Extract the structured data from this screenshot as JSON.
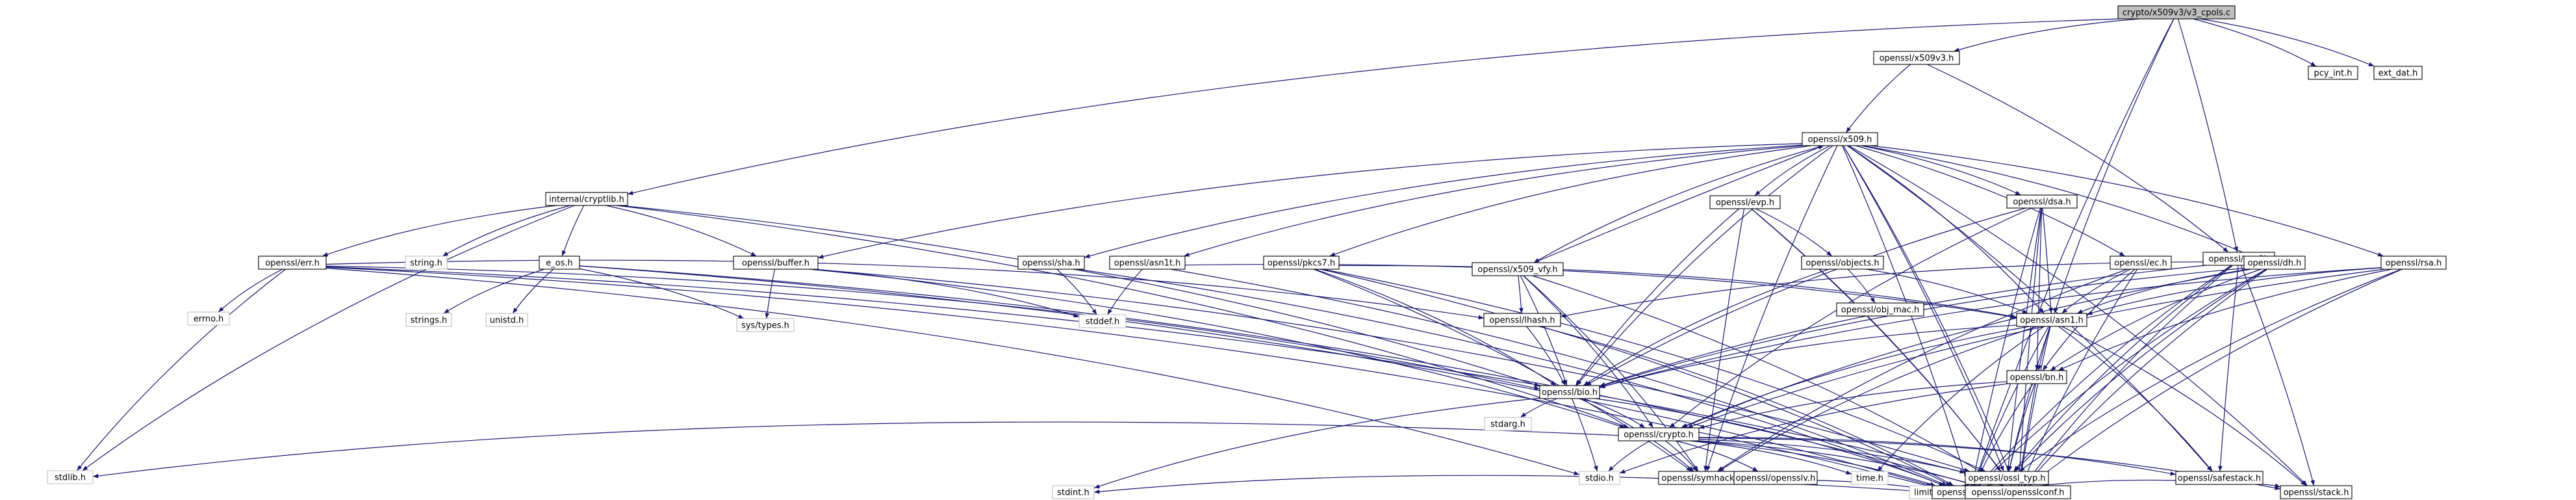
{
  "diagram": {
    "colors": {
      "edge": "#191970",
      "root_fill": "#bfbfbf",
      "node_border": "#000000",
      "leaf_border": "#bfbfbf",
      "background": "#ffffff"
    },
    "nodes": [
      {
        "id": "root",
        "label": "crypto/x509v3/v3_cpols.c",
        "style": "root"
      },
      {
        "id": "x509v3",
        "label": "openssl/x509v3.h",
        "style": "normal"
      },
      {
        "id": "pcy_int",
        "label": "pcy_int.h",
        "style": "normal"
      },
      {
        "id": "ext_dat",
        "label": "ext_dat.h",
        "style": "normal"
      },
      {
        "id": "cryptlib",
        "label": "internal/cryptlib.h",
        "style": "normal"
      },
      {
        "id": "x509",
        "label": "openssl/x509.h",
        "style": "normal"
      },
      {
        "id": "conf",
        "label": "openssl/conf.h",
        "style": "normal"
      },
      {
        "id": "string",
        "label": "string.h",
        "style": "leaf"
      },
      {
        "id": "err",
        "label": "openssl/err.h",
        "style": "normal"
      },
      {
        "id": "e_os",
        "label": "e_os.h",
        "style": "normal"
      },
      {
        "id": "buffer",
        "label": "openssl/buffer.h",
        "style": "normal"
      },
      {
        "id": "sha",
        "label": "openssl/sha.h",
        "style": "normal"
      },
      {
        "id": "asn1t",
        "label": "openssl/asn1t.h",
        "style": "normal"
      },
      {
        "id": "pkcs7",
        "label": "openssl/pkcs7.h",
        "style": "normal"
      },
      {
        "id": "evp",
        "label": "openssl/evp.h",
        "style": "normal"
      },
      {
        "id": "x509_vfy",
        "label": "openssl/x509_vfy.h",
        "style": "normal"
      },
      {
        "id": "objects",
        "label": "openssl/objects.h",
        "style": "normal"
      },
      {
        "id": "dsa",
        "label": "openssl/dsa.h",
        "style": "normal"
      },
      {
        "id": "ec",
        "label": "openssl/ec.h",
        "style": "normal"
      },
      {
        "id": "dh",
        "label": "openssl/dh.h",
        "style": "normal"
      },
      {
        "id": "rsa",
        "label": "openssl/rsa.h",
        "style": "normal"
      },
      {
        "id": "obj_mac",
        "label": "openssl/obj_mac.h",
        "style": "normal"
      },
      {
        "id": "lhash",
        "label": "openssl/lhash.h",
        "style": "normal"
      },
      {
        "id": "asn1",
        "label": "openssl/asn1.h",
        "style": "normal"
      },
      {
        "id": "bn",
        "label": "openssl/bn.h",
        "style": "normal"
      },
      {
        "id": "bio",
        "label": "openssl/bio.h",
        "style": "normal"
      },
      {
        "id": "crypto",
        "label": "openssl/crypto.h",
        "style": "normal"
      },
      {
        "id": "errno",
        "label": "errno.h",
        "style": "leaf"
      },
      {
        "id": "strings",
        "label": "strings.h",
        "style": "leaf"
      },
      {
        "id": "unistd",
        "label": "unistd.h",
        "style": "leaf"
      },
      {
        "id": "systypes",
        "label": "sys/types.h",
        "style": "leaf"
      },
      {
        "id": "stddef",
        "label": "stddef.h",
        "style": "leaf"
      },
      {
        "id": "stdarg",
        "label": "stdarg.h",
        "style": "leaf"
      },
      {
        "id": "stdlib",
        "label": "stdlib.h",
        "style": "leaf"
      },
      {
        "id": "stdio",
        "label": "stdio.h",
        "style": "leaf"
      },
      {
        "id": "symhacks",
        "label": "openssl/symhacks.h",
        "style": "normal"
      },
      {
        "id": "opensslv",
        "label": "openssl/opensslv.h",
        "style": "normal"
      },
      {
        "id": "time",
        "label": "time.h",
        "style": "leaf"
      },
      {
        "id": "ossl_typ",
        "label": "openssl/ossl_typ.h",
        "style": "normal"
      },
      {
        "id": "safestack",
        "label": "openssl/safestack.h",
        "style": "normal"
      },
      {
        "id": "limits",
        "label": "limits.h",
        "style": "leaf"
      },
      {
        "id": "e_os2",
        "label": "openssl/e_os2.h",
        "style": "normal"
      },
      {
        "id": "stack",
        "label": "openssl/stack.h",
        "style": "normal"
      },
      {
        "id": "stdint",
        "label": "stdint.h",
        "style": "leaf"
      },
      {
        "id": "opensslconf",
        "label": "openssl/opensslconf.h",
        "style": "normal"
      }
    ],
    "edges": [
      [
        "root",
        "x509v3"
      ],
      [
        "root",
        "pcy_int"
      ],
      [
        "root",
        "ext_dat"
      ],
      [
        "root",
        "cryptlib"
      ],
      [
        "root",
        "conf"
      ],
      [
        "root",
        "asn1"
      ],
      [
        "root",
        "e_os2"
      ],
      [
        "x509v3",
        "x509"
      ],
      [
        "x509v3",
        "conf"
      ],
      [
        "cryptlib",
        "string"
      ],
      [
        "cryptlib",
        "stdlib"
      ],
      [
        "cryptlib",
        "err"
      ],
      [
        "cryptlib",
        "e_os"
      ],
      [
        "cryptlib",
        "buffer"
      ],
      [
        "cryptlib",
        "bio"
      ],
      [
        "cryptlib",
        "crypto"
      ],
      [
        "err",
        "errno"
      ],
      [
        "err",
        "stdlib"
      ],
      [
        "err",
        "stdio"
      ],
      [
        "err",
        "bio"
      ],
      [
        "err",
        "lhash"
      ],
      [
        "err",
        "ossl_typ"
      ],
      [
        "err",
        "e_os2"
      ],
      [
        "e_os",
        "strings"
      ],
      [
        "e_os",
        "unistd"
      ],
      [
        "e_os",
        "systypes"
      ],
      [
        "e_os",
        "e_os2"
      ],
      [
        "e_os",
        "opensslconf"
      ],
      [
        "buffer",
        "systypes"
      ],
      [
        "buffer",
        "stddef"
      ],
      [
        "buffer",
        "ossl_typ"
      ],
      [
        "buffer",
        "crypto"
      ],
      [
        "x509",
        "sha"
      ],
      [
        "x509",
        "asn1t"
      ],
      [
        "x509",
        "pkcs7"
      ],
      [
        "x509",
        "evp"
      ],
      [
        "x509",
        "x509_vfy"
      ],
      [
        "x509",
        "dsa"
      ],
      [
        "x509",
        "ec"
      ],
      [
        "x509",
        "dh"
      ],
      [
        "x509",
        "rsa"
      ],
      [
        "x509",
        "buffer"
      ],
      [
        "x509",
        "asn1"
      ],
      [
        "x509",
        "bio"
      ],
      [
        "x509",
        "symhacks"
      ],
      [
        "x509",
        "ossl_typ"
      ],
      [
        "x509",
        "safestack"
      ],
      [
        "x509",
        "stack"
      ],
      [
        "x509",
        "e_os2"
      ],
      [
        "x509",
        "opensslconf"
      ],
      [
        "sha",
        "stddef"
      ],
      [
        "sha",
        "e_os2"
      ],
      [
        "asn1t",
        "stddef"
      ],
      [
        "asn1t",
        "asn1"
      ],
      [
        "asn1t",
        "e_os2"
      ],
      [
        "pkcs7",
        "asn1"
      ],
      [
        "pkcs7",
        "bio"
      ],
      [
        "pkcs7",
        "symhacks"
      ],
      [
        "pkcs7",
        "ossl_typ"
      ],
      [
        "pkcs7",
        "e_os2"
      ],
      [
        "evp",
        "objects"
      ],
      [
        "evp",
        "bio"
      ],
      [
        "evp",
        "symhacks"
      ],
      [
        "evp",
        "ossl_typ"
      ],
      [
        "evp",
        "opensslconf"
      ],
      [
        "x509_vfy",
        "x509"
      ],
      [
        "x509_vfy",
        "lhash"
      ],
      [
        "x509_vfy",
        "bio"
      ],
      [
        "x509_vfy",
        "crypto"
      ],
      [
        "x509_vfy",
        "symhacks"
      ],
      [
        "x509_vfy",
        "opensslconf"
      ],
      [
        "objects",
        "obj_mac"
      ],
      [
        "objects",
        "asn1"
      ],
      [
        "objects",
        "bio"
      ],
      [
        "dsa",
        "asn1"
      ],
      [
        "dsa",
        "bn"
      ],
      [
        "dsa",
        "bio"
      ],
      [
        "dsa",
        "crypto"
      ],
      [
        "dsa",
        "ossl_typ"
      ],
      [
        "dsa",
        "e_os2"
      ],
      [
        "dsa",
        "opensslconf"
      ],
      [
        "ec",
        "asn1"
      ],
      [
        "ec",
        "bn"
      ],
      [
        "ec",
        "symhacks"
      ],
      [
        "ec",
        "opensslconf"
      ],
      [
        "dh",
        "asn1"
      ],
      [
        "dh",
        "bn"
      ],
      [
        "dh",
        "bio"
      ],
      [
        "dh",
        "crypto"
      ],
      [
        "dh",
        "ossl_typ"
      ],
      [
        "dh",
        "e_os2"
      ],
      [
        "dh",
        "opensslconf"
      ],
      [
        "rsa",
        "asn1"
      ],
      [
        "rsa",
        "bn"
      ],
      [
        "rsa",
        "bio"
      ],
      [
        "rsa",
        "crypto"
      ],
      [
        "rsa",
        "ossl_typ"
      ],
      [
        "rsa",
        "opensslconf"
      ],
      [
        "conf",
        "lhash"
      ],
      [
        "conf",
        "bio"
      ],
      [
        "conf",
        "ossl_typ"
      ],
      [
        "conf",
        "safestack"
      ],
      [
        "conf",
        "stack"
      ],
      [
        "conf",
        "e_os2"
      ],
      [
        "conf",
        "opensslconf"
      ],
      [
        "lhash",
        "bio"
      ],
      [
        "lhash",
        "e_os2"
      ],
      [
        "asn1",
        "bio"
      ],
      [
        "asn1",
        "bn"
      ],
      [
        "asn1",
        "crypto"
      ],
      [
        "asn1",
        "symhacks"
      ],
      [
        "asn1",
        "ossl_typ"
      ],
      [
        "asn1",
        "safestack"
      ],
      [
        "asn1",
        "stack"
      ],
      [
        "asn1",
        "time"
      ],
      [
        "asn1",
        "e_os2"
      ],
      [
        "asn1",
        "opensslconf"
      ],
      [
        "bn",
        "crypto"
      ],
      [
        "bn",
        "stdio"
      ],
      [
        "bn",
        "ossl_typ"
      ],
      [
        "bn",
        "e_os2"
      ],
      [
        "bn",
        "opensslconf"
      ],
      [
        "bio",
        "stdarg"
      ],
      [
        "bio",
        "stdio"
      ],
      [
        "bio",
        "stdint"
      ],
      [
        "bio",
        "crypto"
      ],
      [
        "bio",
        "symhacks"
      ],
      [
        "bio",
        "e_os2"
      ],
      [
        "crypto",
        "stdlib"
      ],
      [
        "crypto",
        "stdio"
      ],
      [
        "crypto",
        "symhacks"
      ],
      [
        "crypto",
        "opensslv"
      ],
      [
        "crypto",
        "time"
      ],
      [
        "crypto",
        "ossl_typ"
      ],
      [
        "crypto",
        "safestack"
      ],
      [
        "crypto",
        "stack"
      ],
      [
        "crypto",
        "e_os2"
      ],
      [
        "crypto",
        "opensslconf"
      ],
      [
        "symhacks",
        "e_os2"
      ],
      [
        "ossl_typ",
        "limits"
      ],
      [
        "ossl_typ",
        "e_os2"
      ],
      [
        "safestack",
        "stack"
      ],
      [
        "safestack",
        "e_os2"
      ],
      [
        "e_os2",
        "stdint"
      ],
      [
        "e_os2",
        "opensslconf"
      ]
    ]
  }
}
